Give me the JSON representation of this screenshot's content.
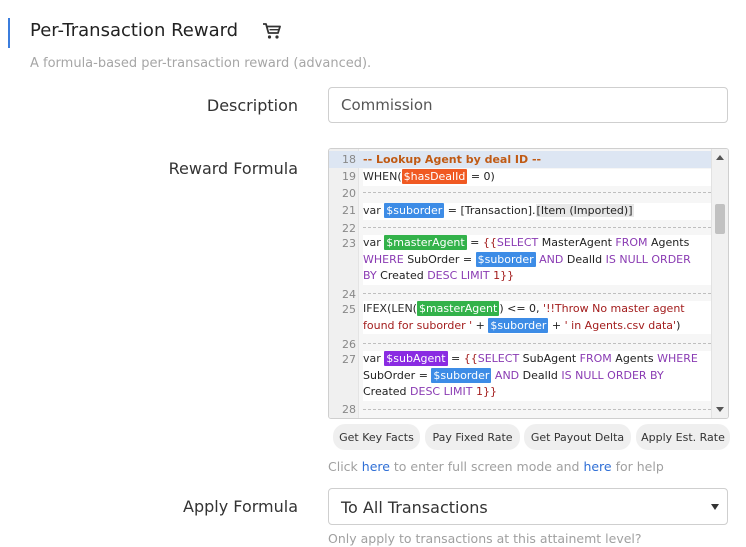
{
  "section": {
    "title": "Per-Transaction Reward",
    "subtitle": "A formula-based per-transaction reward (advanced).",
    "icon": "cart-icon"
  },
  "description": {
    "label": "Description",
    "value": "Commission"
  },
  "formula": {
    "label": "Reward Formula",
    "line_numbers": [
      "18",
      "19",
      "20",
      "21",
      "22",
      "23",
      "24",
      "25",
      "26",
      "27",
      "28"
    ],
    "l18": "-- Lookup Agent by deal ID --",
    "l19": {
      "kw": "WHEN",
      "open": "(",
      "var": "$hasDealId",
      "rest": " = 0)"
    },
    "l21": {
      "kw": "var",
      "var": "$suborder",
      "eq": " = ",
      "t1": "[Transaction]",
      "dot": ".",
      "t2": "[Item (Imported)]"
    },
    "l23": {
      "kw": "var",
      "var": "$masterAgent",
      "eq": " = ",
      "open": "{{",
      "select": "SELECT",
      "col": " MasterAgent ",
      "from": "FROM",
      "table": " Agents",
      "where": "WHERE",
      "field": " SubOrder = ",
      "var2": "$suborder",
      "and": " AND",
      "field2": " DealId ",
      "isnull": "IS NULL",
      "order": " ORDER",
      "by": "BY",
      "field3": " Created ",
      "desc": "DESC",
      "limit": " LIMIT",
      "tail": " 1}}"
    },
    "l25": {
      "fn": "IFEX",
      "open": "(",
      "fn2": "LEN",
      "open2": "(",
      "var": "$masterAgent",
      "close": ")",
      "cmp": " <= 0, ",
      "str1": "'!!Throw No master agent found for suborder '",
      "plus": " + ",
      "var2": "$suborder",
      "plus2": " + ",
      "str2": "' in Agents.csv data'",
      "end": ")"
    },
    "l27": {
      "kw": "var",
      "var": "$subAgent",
      "eq": " = ",
      "open": "{{",
      "select": "SELECT",
      "col": " SubAgent ",
      "from": "FROM",
      "table": " Agents ",
      "where": "WHERE",
      "field": "SubOrder = ",
      "var2": "$suborder",
      "and": " AND",
      "field2": " DealId ",
      "isnull": "IS NULL",
      "order": " ORDER",
      "by": " BY",
      "field3": "Created ",
      "desc": "DESC",
      "limit": " LIMIT",
      "tail": " 1}}"
    }
  },
  "buttons": {
    "get_key_facts": "Get Key Facts",
    "pay_fixed_rate": "Pay Fixed Rate",
    "get_payout_delta": "Get Payout Delta",
    "apply_est_rate": "Apply Est. Rate"
  },
  "help": {
    "prefix": "Click ",
    "link1": "here",
    "middle": " to enter full screen mode and ",
    "link2": "here",
    "suffix": " for help"
  },
  "apply": {
    "label": "Apply Formula",
    "value": "To All Transactions",
    "hint": "Only apply to transactions at this attainemt level?"
  },
  "colors": {
    "accent": "#3b7ddd",
    "link": "#2f6fd6",
    "var_orange": "#f05922",
    "var_blue": "#3d8ce6",
    "var_green": "#33b24a",
    "var_purple": "#8a2be2"
  }
}
